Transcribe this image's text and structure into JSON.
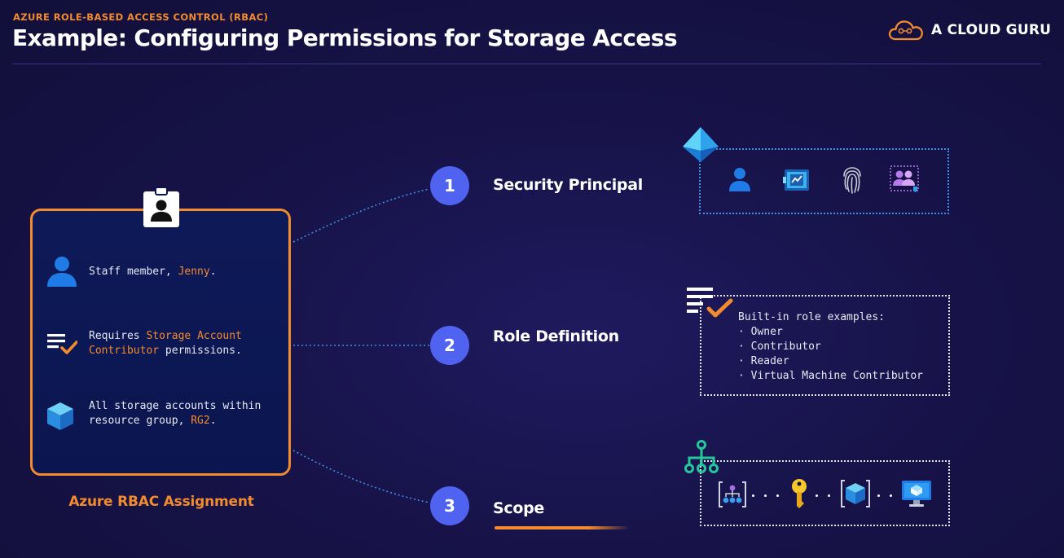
{
  "header": {
    "kicker": "AZURE ROLE-BASED ACCESS CONTROL (RBAC)",
    "title": "Example: Configuring Permissions for Storage Access",
    "brand": "A CLOUD GURU",
    "brand_icon": "cloud-logo-icon"
  },
  "assignment": {
    "caption": "Azure RBAC Assignment",
    "badge_icon": "id-badge-icon",
    "items": [
      {
        "icon": "user-icon",
        "parts": [
          "Staff member, ",
          "Jenny",
          "."
        ]
      },
      {
        "icon": "checklist-icon",
        "parts": [
          "Requires ",
          "Storage Account\nContributor",
          " permissions."
        ]
      },
      {
        "icon": "cube-icon",
        "parts": [
          "All storage accounts within\nresource group, ",
          "RG2",
          "."
        ]
      }
    ]
  },
  "steps": [
    {
      "number": "1",
      "label": "Security Principal"
    },
    {
      "number": "2",
      "label": "Role Definition"
    },
    {
      "number": "3",
      "label": "Scope"
    }
  ],
  "security_panel": {
    "badge_icon": "entra-id-pyramid-icon",
    "icons": [
      "user-icon",
      "app-registration-icon",
      "fingerprint-icon",
      "group-icon"
    ]
  },
  "role_panel": {
    "badge_icon": "checklist-icon",
    "heading": "Built-in role examples:",
    "examples": [
      "Owner",
      "Contributor",
      "Reader",
      "Virtual Machine Contributor"
    ]
  },
  "scope_panel": {
    "badge_icon": "hierarchy-icon",
    "icons": [
      "management-group-icon",
      "subscription-key-icon",
      "resource-group-icon",
      "virtual-machine-icon"
    ]
  },
  "colors": {
    "accent_orange": "#f28a2e",
    "step_blue": "#4f63f0",
    "background": "#171349",
    "security_border": "#3e8fe6"
  }
}
